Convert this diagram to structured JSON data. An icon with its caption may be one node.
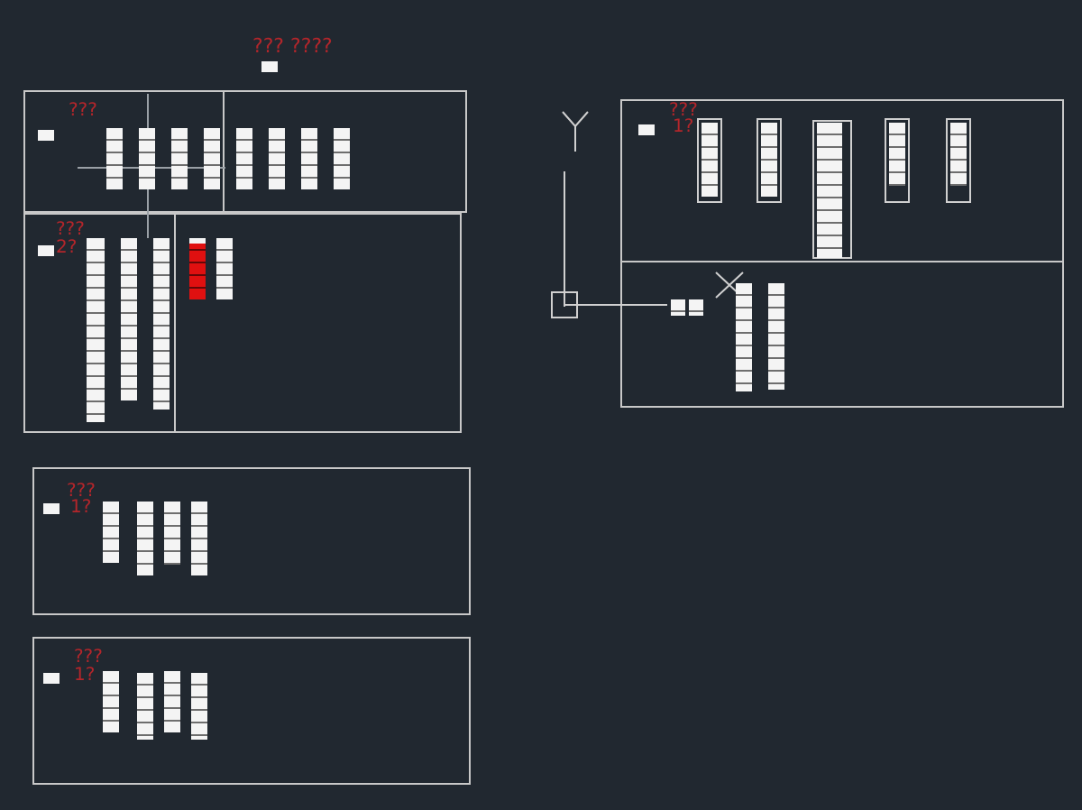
{
  "diagram": {
    "title": "??? ????",
    "nodes": [
      {
        "text": [
          "???"
        ]
      },
      {
        "text": [
          "???",
          "2?"
        ]
      },
      {
        "text": [
          "???",
          "1?"
        ]
      },
      {
        "text": [
          "???",
          "1?"
        ]
      },
      {
        "text": [
          "???",
          "1?"
        ]
      }
    ]
  }
}
